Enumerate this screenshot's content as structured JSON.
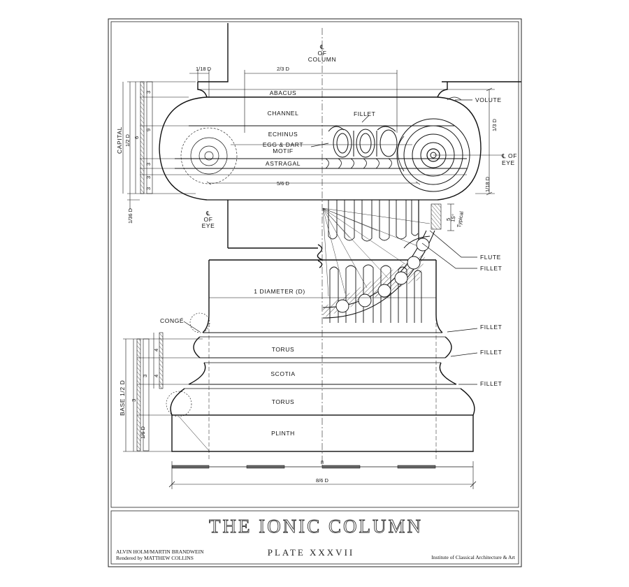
{
  "labels": {
    "cl_column": [
      "℄",
      "OF",
      "COLUMN"
    ],
    "abacus": "ABACUS",
    "channel": "CHANNEL",
    "echinus": "ECHINUS",
    "egg_dart": [
      "EGG & DART",
      "MOTIF"
    ],
    "astragal": "ASTRAGAL",
    "fillet_capital": "FILLET",
    "volute": "VOLUTE",
    "cl_eye_right": [
      "℄ OF",
      "EYE"
    ],
    "cl_eye_left": [
      "℄",
      "OF",
      "EYE"
    ],
    "flute": "FLUTE",
    "fillet_flute": "FILLET",
    "typical": [
      "15°",
      "Typical"
    ],
    "one_diameter": "1 DIAMETER (D)",
    "conge": "CONGÉ",
    "torus_upper": "TORUS",
    "scotia": "SCOTIA",
    "torus_lower": "TORUS",
    "plinth": "PLINTH",
    "fillet_base_1": "FILLET",
    "fillet_base_2": "FILLET",
    "fillet_base_3": "FILLET",
    "capital": "CAPITAL",
    "base_half_d": "BASE 1/2 D"
  },
  "dimensions": {
    "one_18_d": "1/18 D",
    "two_thirds_d": "2/3 D",
    "five_sixths_d": "5/6 D",
    "one_third_d": "1/3 D",
    "one_18_d_right": "1/18 D",
    "one_36_d": "1/36 D",
    "half_d": "1/2 D",
    "one_sixth_d": "1/6 D",
    "eight": "8",
    "eight_sixths_d": "8/6 D",
    "five": "5",
    "capital_ticks": [
      "3",
      "6",
      "9",
      "3",
      "3",
      "3"
    ],
    "base_ticks": [
      "4",
      "4",
      "3",
      "3"
    ]
  },
  "title_block": {
    "title": "THE IONIC COLUMN",
    "plate": "PLATE  XXXVII",
    "author": "ALVIN HOLM/MARTIN BRANDWEIN",
    "rendered_by": "Rendered by MATTHEW COLLINS",
    "institute": "Institute of Classical Architecture & Art"
  }
}
